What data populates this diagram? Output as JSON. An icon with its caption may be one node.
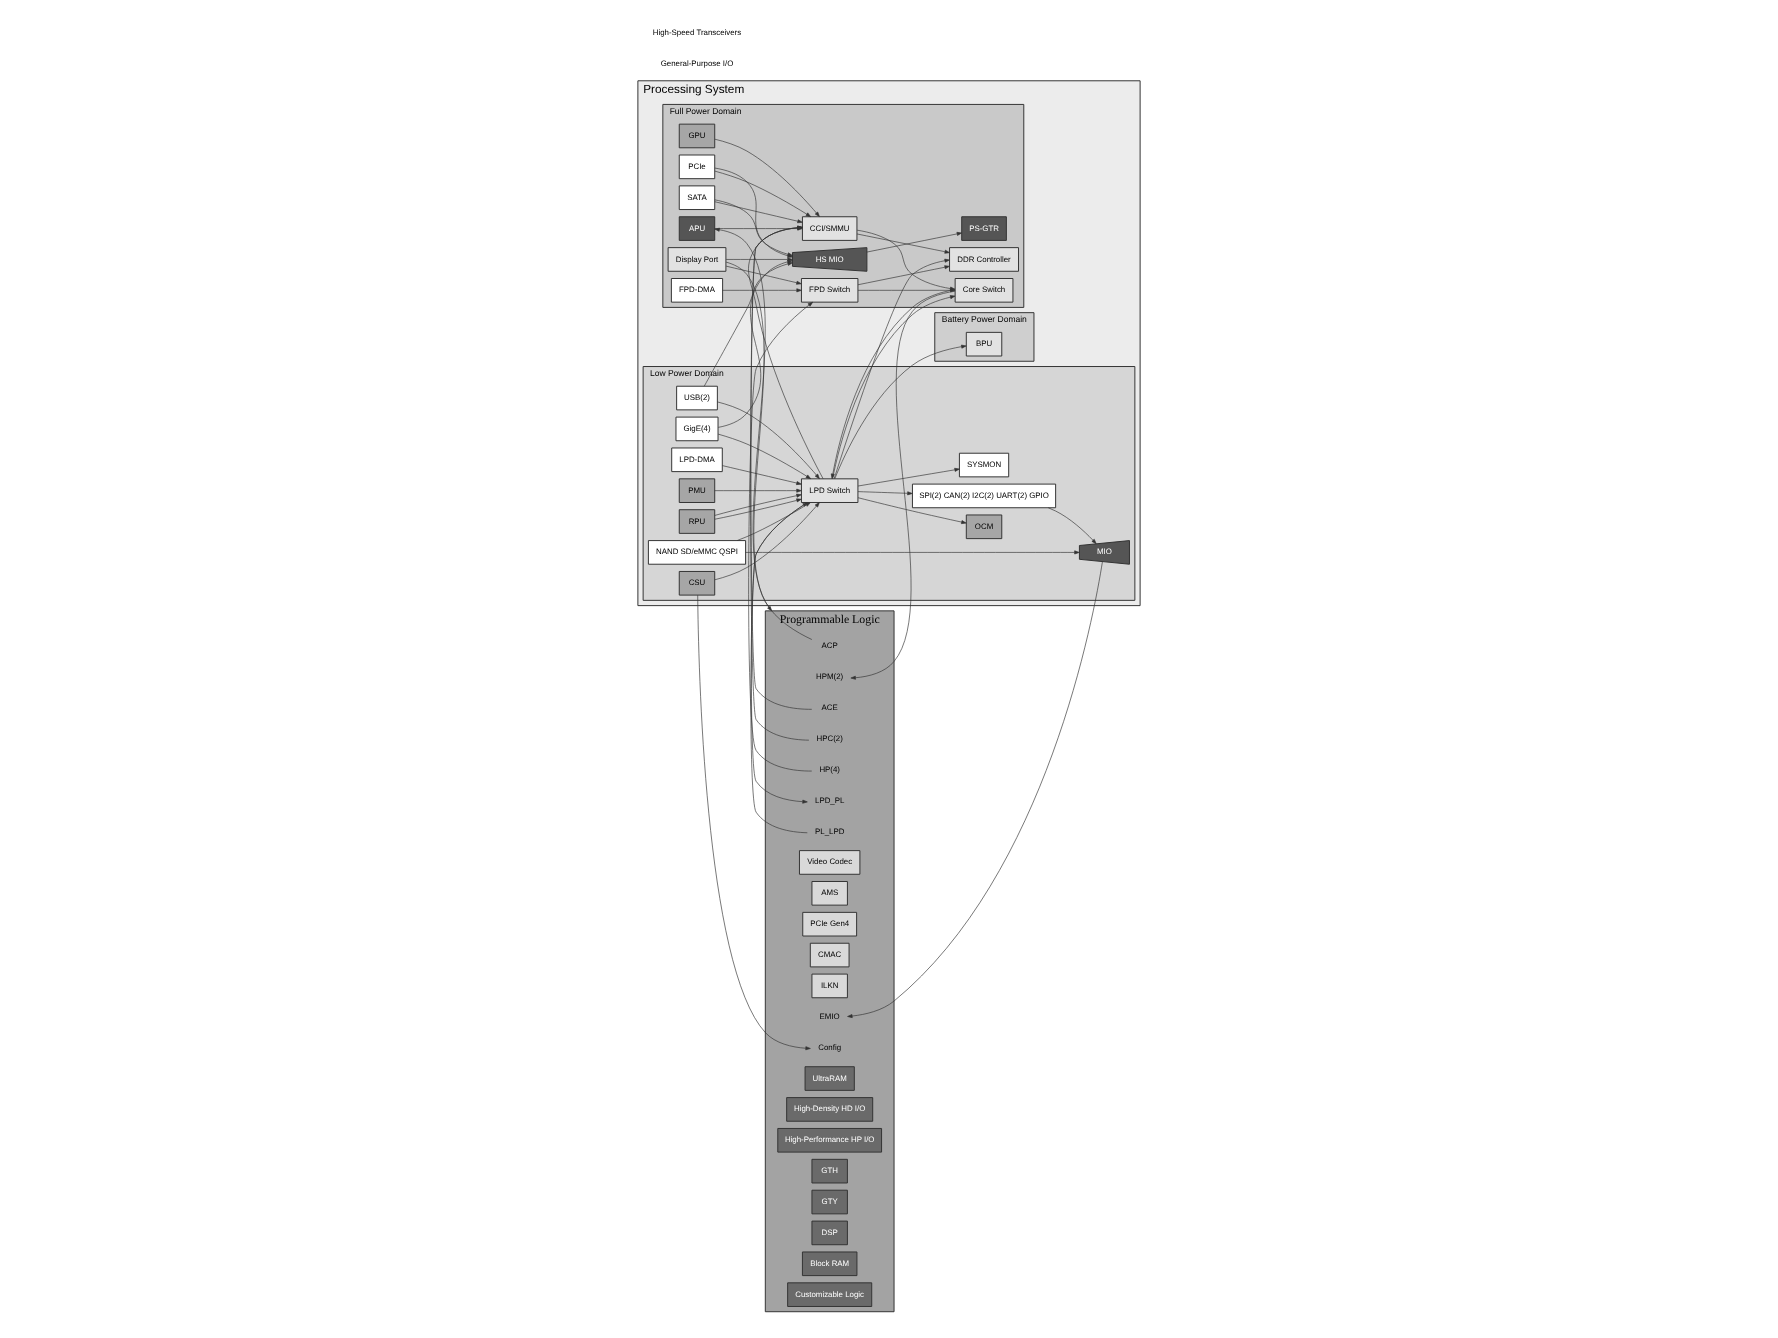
{
  "diagram": {
    "nodes": [
      {
        "text": [
          "Processing System"
        ]
      },
      {
        "text": [
          "Full Power Domain"
        ],
        "in": 0
      },
      {
        "text": [
          "Low Power Domain"
        ],
        "in": 0
      },
      {
        "text": [
          "RPU"
        ],
        "in": 2
      },
      {
        "text": [
          "OCM"
        ],
        "in": 2
      },
      {
        "text": [
          "GigE(4)"
        ],
        "in": 2
      },
      {
        "text": [
          "USB(2)"
        ],
        "in": 2
      },
      {
        "text": [
          "NAND SD/eMMC QSPI"
        ],
        "in": 2
      },
      {
        "text": [
          "SPI(2) CAN(2) I2C(2) UART(2) GPIO"
        ],
        "in": 2
      },
      {
        "text": [
          "LPD-DMA"
        ],
        "in": 2
      },
      {
        "text": [
          "PMU"
        ],
        "in": 2
      },
      {
        "text": [
          "SYSMON"
        ],
        "in": 2
      },
      {
        "text": [
          "CSU"
        ],
        "in": 2
      },
      {
        "text": [
          "LPD Switch"
        ],
        "in": 2
      },
      {
        "text": [
          "MIO"
        ],
        "in": 2
      },
      {
        "text": [
          "Battery Power Domain"
        ],
        "in": 0
      },
      {
        "text": [
          "BPU"
        ],
        "in": 15
      },
      {
        "text": [
          "APU"
        ],
        "in": 1
      },
      {
        "text": [
          "GPU"
        ],
        "in": 1
      },
      {
        "text": [
          "PCIe"
        ],
        "in": 1
      },
      {
        "text": [
          "SATA"
        ],
        "in": 1
      },
      {
        "text": [
          "HS MIO"
        ],
        "in": 1
      },
      {
        "text": [
          "PS-GTR"
        ],
        "in": 1
      },
      {
        "text": [
          "Display Port"
        ],
        "in": 1
      },
      {
        "text": [
          "CCI/SMMU"
        ],
        "in": 1
      },
      {
        "text": [
          "Core Switch"
        ],
        "in": 1
      },
      {
        "text": [
          "FPD Switch"
        ],
        "in": 1
      },
      {
        "text": [
          "FPD-DMA"
        ],
        "in": 1
      },
      {
        "text": [
          "DDR Controller"
        ],
        "in": 1
      },
      {
        "text": [
          "Programmable Logic"
        ]
      },
      {
        "text": [
          "ACP"
        ],
        "in": 29
      },
      {
        "text": [
          "ACE"
        ],
        "in": 29
      },
      {
        "text": [
          "HPC(2)"
        ],
        "in": 29
      },
      {
        "text": [
          "HPM(2)"
        ],
        "in": 29
      },
      {
        "text": [
          "HP(4)"
        ],
        "in": 29
      },
      {
        "text": [
          "PL_LPD"
        ],
        "in": 29
      },
      {
        "text": [
          "LPD_PL"
        ],
        "in": 29
      },
      {
        "text": [
          "Video Codec"
        ],
        "in": 29
      },
      {
        "text": [
          "AMS"
        ],
        "in": 29
      },
      {
        "text": [
          "PCIe Gen4"
        ],
        "in": 29
      },
      {
        "text": [
          "CMAC"
        ],
        "in": 29
      },
      {
        "text": [
          "ILKN"
        ],
        "in": 29
      },
      {
        "text": [
          "EMIO"
        ],
        "in": 29
      },
      {
        "text": [
          "Config"
        ],
        "in": 29
      },
      {
        "text": [
          "UltraRAM"
        ],
        "in": 29
      },
      {
        "text": [
          "High-Density HD I/O"
        ],
        "in": 29
      },
      {
        "text": [
          "High-Performance HP I/O"
        ],
        "in": 29
      },
      {
        "text": [
          "GTH"
        ],
        "in": 29
      },
      {
        "text": [
          "GTY"
        ],
        "in": 29
      },
      {
        "text": [
          "DSP"
        ],
        "in": 29
      },
      {
        "text": [
          "Block RAM"
        ],
        "in": 29
      },
      {
        "text": [
          "Customizable Logic"
        ],
        "in": 29
      }
    ],
    "edges": [
      {
        "from": 3,
        "to": 13,
        "arrow": "to"
      },
      {
        "from": 3,
        "to": 13,
        "arrow": "to"
      },
      {
        "from": 13,
        "to": 4,
        "arrow": "to"
      },
      {
        "from": 5,
        "to": 13,
        "arrow": "to"
      },
      {
        "from": 6,
        "to": 13,
        "arrow": "to"
      },
      {
        "from": 5,
        "to": 21,
        "arrow": "to"
      },
      {
        "from": 6,
        "to": 21,
        "arrow": "to"
      },
      {
        "from": 7,
        "to": 14,
        "arrow": "to"
      },
      {
        "from": 7,
        "to": 13,
        "arrow": "to"
      },
      {
        "from": 8,
        "to": 14,
        "arrow": "to"
      },
      {
        "from": 13,
        "to": 8,
        "arrow": "to"
      },
      {
        "from": 9,
        "to": 13,
        "arrow": "to"
      },
      {
        "from": 10,
        "to": 13,
        "arrow": "to"
      },
      {
        "from": 13,
        "to": 11,
        "arrow": "to"
      },
      {
        "from": 12,
        "to": 13,
        "arrow": "to"
      },
      {
        "from": 12,
        "to": 43,
        "arrow": "to"
      },
      {
        "from": 13,
        "to": 16,
        "arrow": "to"
      },
      {
        "from": 14,
        "to": 42,
        "arrow": "to"
      },
      {
        "from": 13,
        "to": 24,
        "arrow": "to"
      },
      {
        "from": 25,
        "to": 13,
        "arrow": "to"
      },
      {
        "from": 13,
        "to": 25,
        "arrow": "to"
      },
      {
        "from": 13,
        "to": 28,
        "arrow": "to"
      },
      {
        "from": 17,
        "to": 24,
        "arrow": "to"
      },
      {
        "from": 18,
        "to": 24,
        "arrow": "to"
      },
      {
        "from": 19,
        "to": 24,
        "arrow": "to"
      },
      {
        "from": 20,
        "to": 24,
        "arrow": "to"
      },
      {
        "from": 19,
        "to": 21,
        "arrow": "to"
      },
      {
        "from": 20,
        "to": 21,
        "arrow": "to"
      },
      {
        "from": 23,
        "to": 21,
        "arrow": "to"
      },
      {
        "from": 21,
        "to": 22,
        "arrow": "to"
      },
      {
        "from": 23,
        "to": 29,
        "arrow": "to"
      },
      {
        "from": 23,
        "to": 26,
        "arrow": "to"
      },
      {
        "from": 30,
        "to": 17,
        "arrow": "to"
      },
      {
        "from": 31,
        "to": 24,
        "arrow": "to"
      },
      {
        "from": 32,
        "to": 24,
        "arrow": "to"
      },
      {
        "from": 24,
        "to": 25,
        "arrow": "to"
      },
      {
        "from": 24,
        "to": 28,
        "arrow": "to"
      },
      {
        "from": 25,
        "to": 33,
        "arrow": "to"
      },
      {
        "from": 26,
        "to": 25,
        "arrow": "to"
      },
      {
        "from": 34,
        "to": 26,
        "arrow": "to"
      },
      {
        "from": 27,
        "to": 26,
        "arrow": "to"
      },
      {
        "from": 26,
        "to": 28,
        "arrow": "to"
      },
      {
        "from": 35,
        "to": 13,
        "arrow": "to"
      },
      {
        "from": 13,
        "to": 36,
        "arrow": "to"
      }
    ],
    "labels": [
      "General-Purpose I/O",
      "High-Speed Transceivers"
    ]
  }
}
